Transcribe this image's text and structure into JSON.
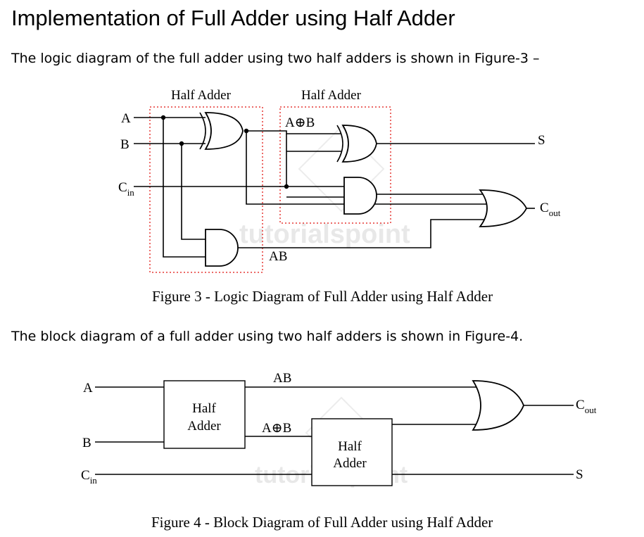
{
  "heading": "Implementation of Full Adder using Half Adder",
  "intro_text": "The logic diagram of the full adder using two half adders is shown in Figure-3 –",
  "block_text": "The block diagram of a full adder using two half adders is shown in Figure-4.",
  "figure3": {
    "half_adder_label_1": "Half Adder",
    "half_adder_label_2": "Half Adder",
    "input_a": "A",
    "input_b": "B",
    "input_cin": "C",
    "input_cin_sub": "in",
    "xor_label": "A⊕B",
    "and_label": "AB",
    "output_s": "S",
    "output_cout": "C",
    "output_cout_sub": "out",
    "caption": "Figure 3 - Logic Diagram of Full Adder using Half Adder"
  },
  "figure4": {
    "input_a": "A",
    "input_b": "B",
    "input_cin": "C",
    "input_cin_sub": "in",
    "half_adder_1_line1": "Half",
    "half_adder_1_line2": "Adder",
    "half_adder_2_line1": "Half",
    "half_adder_2_line2": "Adder",
    "and_label": "AB",
    "xor_label": "A⊕B",
    "output_cout": "C",
    "output_cout_sub": "out",
    "output_s": "S",
    "caption": "Figure 4 - Block Diagram of Full Adder using Half Adder"
  },
  "watermark": "tutorialspoint",
  "colors": {
    "dashed_box": "#e53935",
    "watermark": "#e8e8e8"
  }
}
